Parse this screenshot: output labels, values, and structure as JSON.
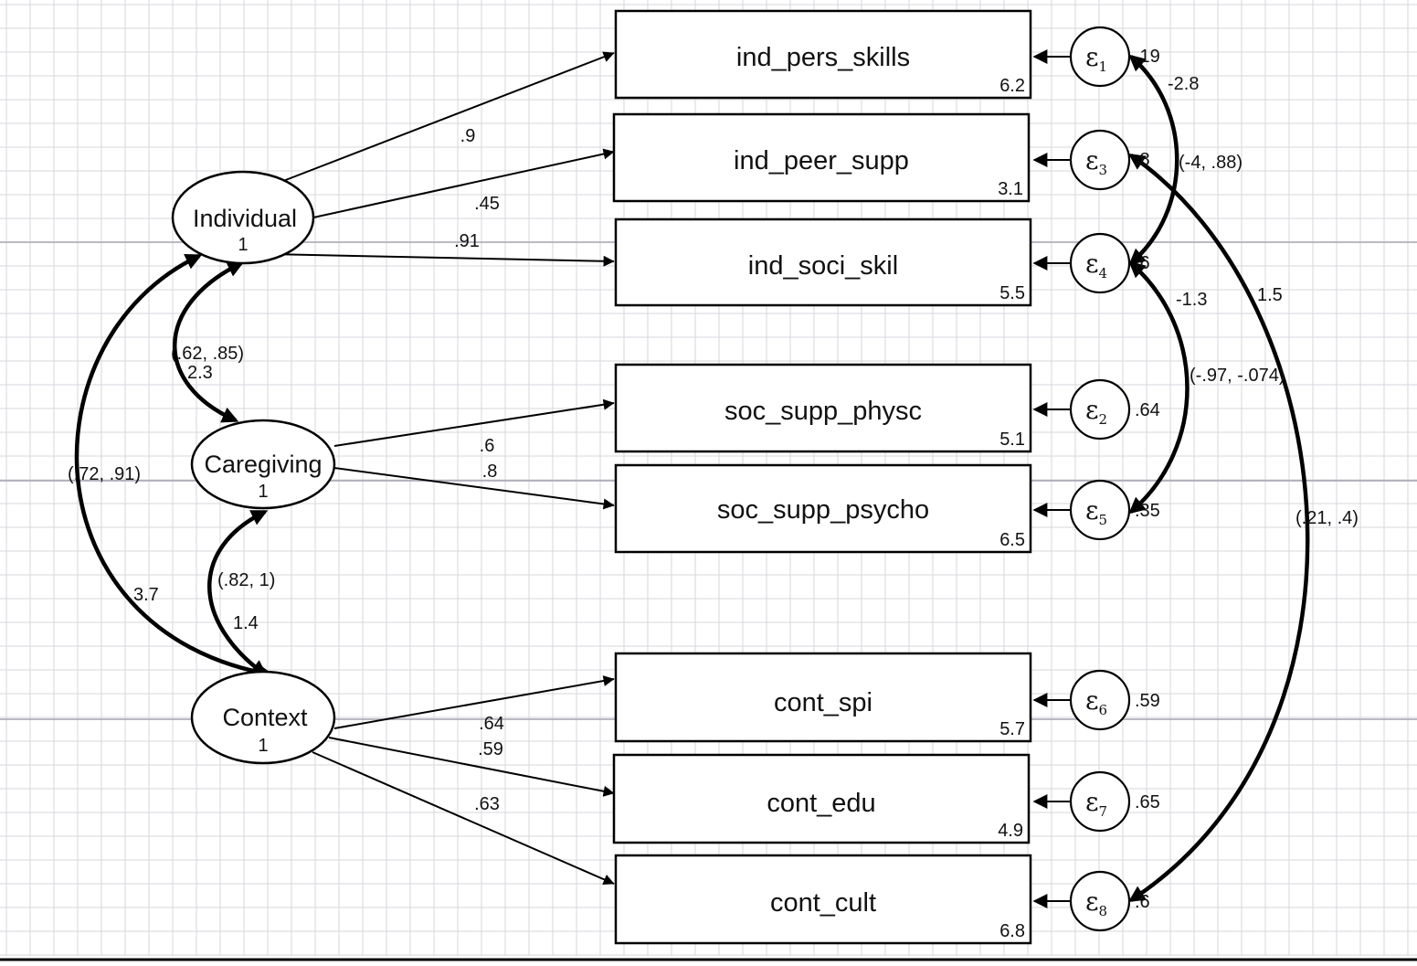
{
  "latents": [
    {
      "id": "individual",
      "label": "Individual",
      "variance": "1"
    },
    {
      "id": "caregiving",
      "label": "Caregiving",
      "variance": "1"
    },
    {
      "id": "context",
      "label": "Context",
      "variance": "1"
    }
  ],
  "observed": [
    {
      "id": "ind_pers_skills",
      "label": "ind_pers_skills",
      "intercept": "6.2"
    },
    {
      "id": "ind_peer_supp",
      "label": "ind_peer_supp",
      "intercept": "3.1"
    },
    {
      "id": "ind_soci_skil",
      "label": "ind_soci_skil",
      "intercept": "5.5"
    },
    {
      "id": "soc_supp_physc",
      "label": "soc_supp_physc",
      "intercept": "5.1"
    },
    {
      "id": "soc_supp_psycho",
      "label": "soc_supp_psycho",
      "intercept": "6.5"
    },
    {
      "id": "cont_spi",
      "label": "cont_spi",
      "intercept": "5.7"
    },
    {
      "id": "cont_edu",
      "label": "cont_edu",
      "intercept": "4.9"
    },
    {
      "id": "cont_cult",
      "label": "cont_cult",
      "intercept": "6.8"
    }
  ],
  "errors": [
    {
      "symbol": "ε",
      "sub": "1",
      "value": ".19"
    },
    {
      "symbol": "ε",
      "sub": "3",
      "value": ".8"
    },
    {
      "symbol": "ε",
      "sub": "4",
      "value": ".6"
    },
    {
      "symbol": "ε",
      "sub": "2",
      "value": ".64"
    },
    {
      "symbol": "ε",
      "sub": "5",
      "value": ".35"
    },
    {
      "symbol": "ε",
      "sub": "6",
      "value": ".59"
    },
    {
      "symbol": "ε",
      "sub": "7",
      "value": ".65"
    },
    {
      "symbol": "ε",
      "sub": "8",
      "value": ".6"
    }
  ],
  "loadings": [
    {
      "from": "Individual",
      "to": "ind_pers_skills",
      "value": ".9"
    },
    {
      "from": "Individual",
      "to": "ind_peer_supp",
      "value": ".45"
    },
    {
      "from": "Individual",
      "to": "ind_soci_skil",
      "value": ".91"
    },
    {
      "from": "Caregiving",
      "to": "soc_supp_physc",
      "value": ".6"
    },
    {
      "from": "Caregiving",
      "to": "soc_supp_psycho",
      "value": ".8"
    },
    {
      "from": "Context",
      "to": "cont_spi",
      "value": ".64"
    },
    {
      "from": "Context",
      "to": "cont_edu",
      "value": ".59"
    },
    {
      "from": "Context",
      "to": "cont_cult",
      "value": ".63"
    }
  ],
  "latent_covariances": [
    {
      "between": [
        "Individual",
        "Caregiving"
      ],
      "value": "2.3",
      "ci": "(.62, .85)"
    },
    {
      "between": [
        "Caregiving",
        "Context"
      ],
      "value": "1.4",
      "ci": "(.82, 1)"
    },
    {
      "between": [
        "Individual",
        "Context"
      ],
      "value": "3.7",
      "ci": "(.72, .91)"
    }
  ],
  "error_covariances": [
    {
      "between": [
        "ε1",
        "ε4"
      ],
      "value": "-2.8",
      "ci": "(-4, .88)"
    },
    {
      "between": [
        "ε4",
        "ε5"
      ],
      "value": "-1.3",
      "ci": "(-.97, -.074)"
    },
    {
      "between": [
        "ε3",
        "ε8"
      ],
      "value": "1.5",
      "ci": "(.21, .4)"
    }
  ],
  "colors": {
    "ink": "#000000",
    "grid_minor": "#d7d7dd",
    "grid_major": "#a4a4b0",
    "background": "#ffffff"
  }
}
